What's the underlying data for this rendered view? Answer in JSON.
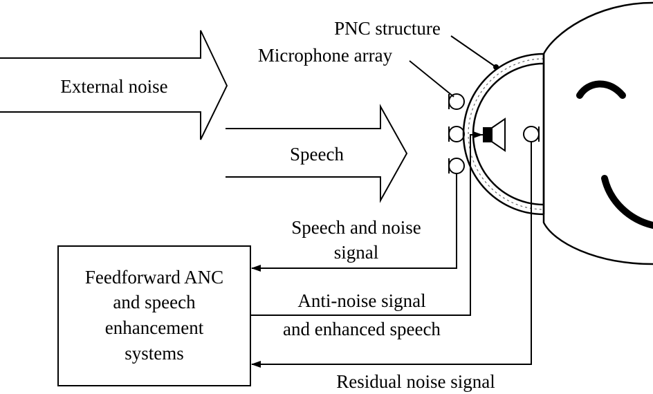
{
  "labels": {
    "external_noise": "External noise",
    "speech": "Speech",
    "pnc_structure": "PNC structure",
    "microphone_array": "Microphone array",
    "speech_noise_line1": "Speech and noise",
    "speech_noise_line2": "signal",
    "anti_noise_line1": "Anti-noise signal",
    "anti_noise_line2": "and enhanced speech",
    "residual_noise": "Residual noise signal",
    "box_line1": "Feedforward ANC",
    "box_line2": "and speech",
    "box_line3": "enhancement",
    "box_line4": "systems"
  },
  "colors": {
    "stroke": "#000000",
    "background": "#ffffff"
  }
}
